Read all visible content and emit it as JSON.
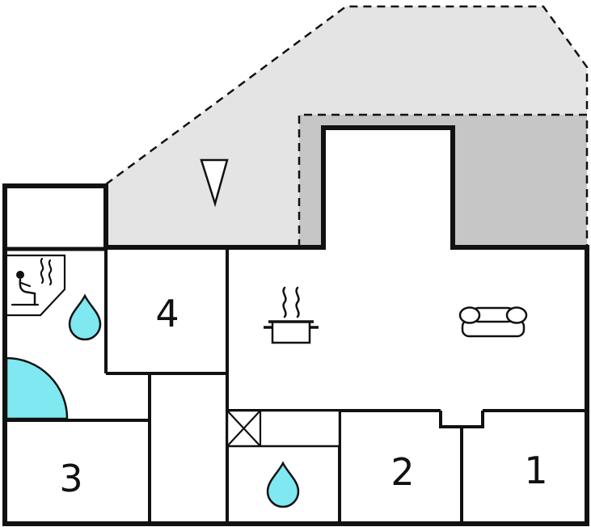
{
  "floor_plan": {
    "rooms": [
      {
        "label": "1"
      },
      {
        "label": "2"
      },
      {
        "label": "3"
      },
      {
        "label": "4"
      }
    ],
    "icons": [
      "north-arrow-icon",
      "sauna-icon",
      "water-drop-icon-bathroom",
      "shower-quarter-arc",
      "stove-icon",
      "sofa-icon",
      "washing-machine-icon",
      "water-drop-icon-utility"
    ],
    "colors": {
      "wall": "#111111",
      "terrace_light": "#e4e4e4",
      "terrace_dark": "#c6c6c6",
      "water": "#7fe8f0",
      "background": "#ffffff"
    }
  }
}
